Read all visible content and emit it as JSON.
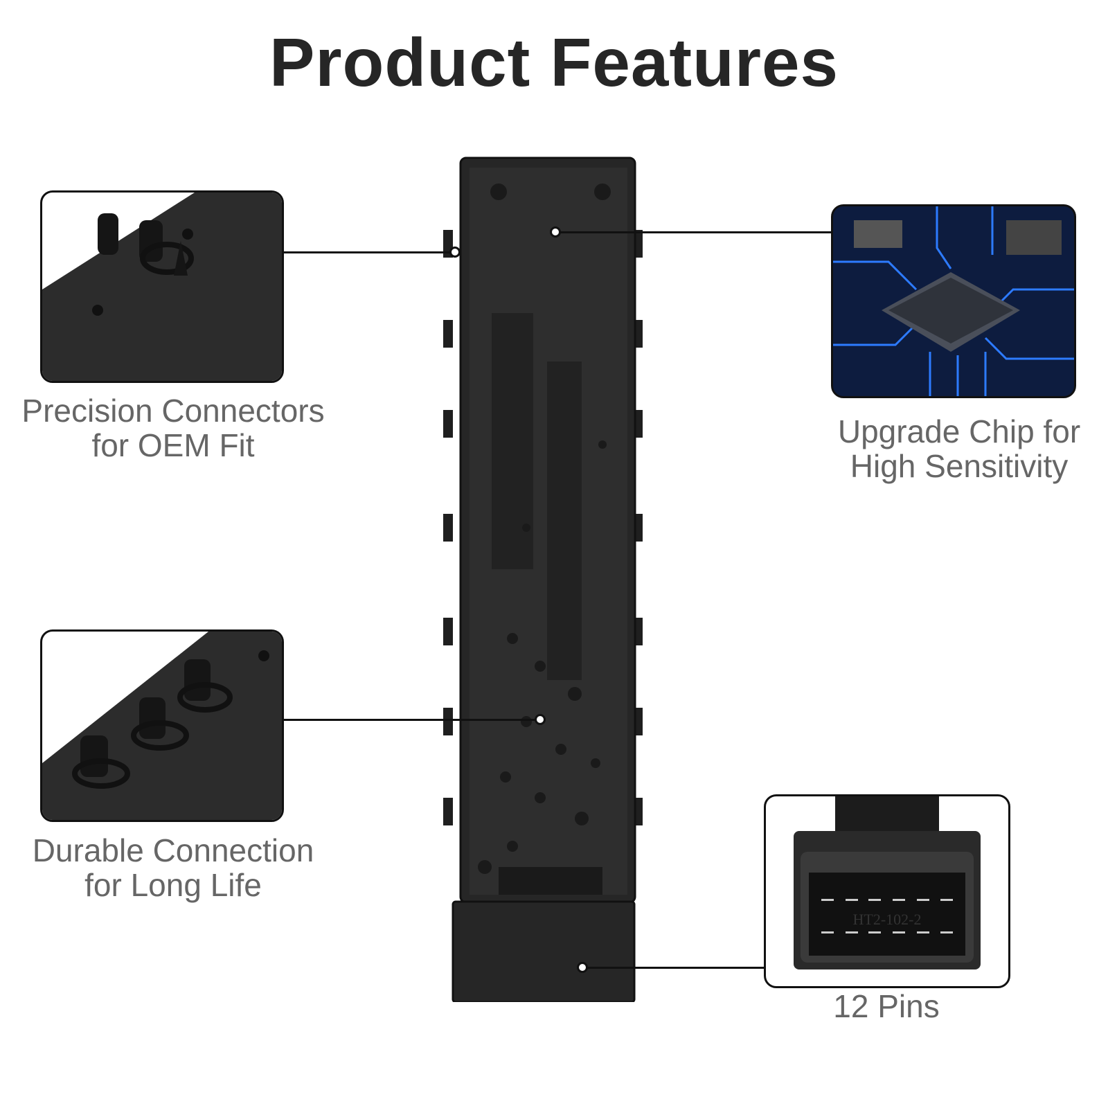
{
  "title": "Product Features",
  "features": [
    {
      "line1": "Precision Connectors",
      "line2": "for OEM Fit"
    },
    {
      "line1": "Upgrade Chip for",
      "line2": "High Sensitivity"
    },
    {
      "line1": "Durable Connection",
      "line2": "for Long Life"
    },
    {
      "line1": "12 Pins"
    }
  ],
  "connector_marking": "HT2-102-2",
  "colors": {
    "text": "#666666",
    "title": "#262626",
    "product": "#2a2a2a",
    "circuit": "#1e6cff"
  }
}
